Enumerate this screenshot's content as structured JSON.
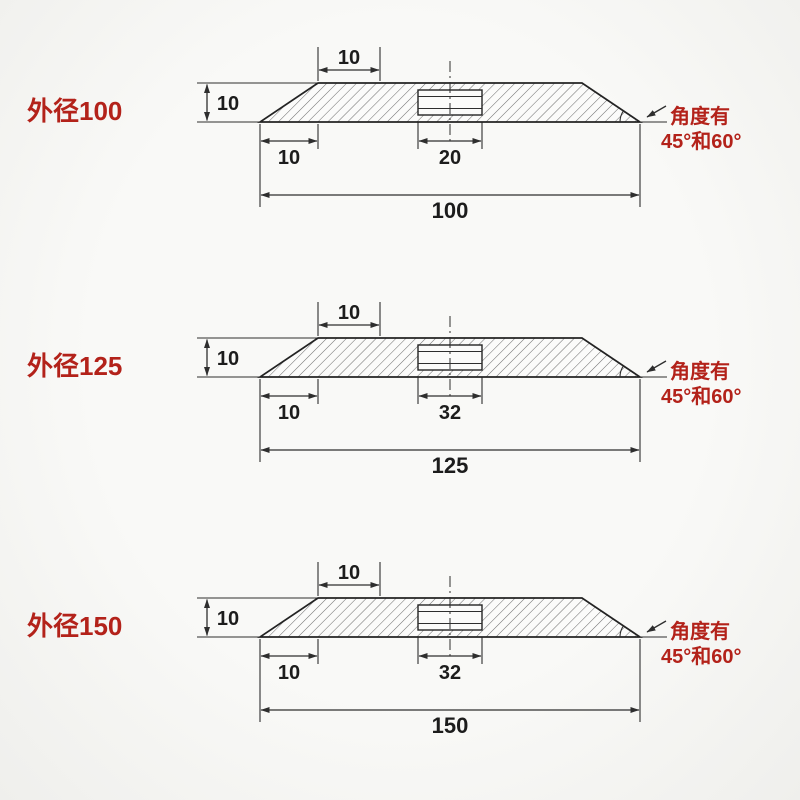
{
  "colors": {
    "line": "#2e2e2e",
    "red": "#b3221a",
    "background": "#f7f7f5"
  },
  "diagrams": [
    {
      "label": "外径100",
      "dim_top": "10",
      "dim_thickness": "10",
      "dim_taper": "10",
      "dim_bore": "20",
      "dim_outer": "100",
      "note_line1": "角度有",
      "note_line2": "45°和60°"
    },
    {
      "label": "外径125",
      "dim_top": "10",
      "dim_thickness": "10",
      "dim_taper": "10",
      "dim_bore": "32",
      "dim_outer": "125",
      "note_line1": "角度有",
      "note_line2": "45°和60°"
    },
    {
      "label": "外径150",
      "dim_top": "10",
      "dim_thickness": "10",
      "dim_taper": "10",
      "dim_bore": "32",
      "dim_outer": "150",
      "note_line1": "角度有",
      "note_line2": "45°和60°"
    }
  ]
}
